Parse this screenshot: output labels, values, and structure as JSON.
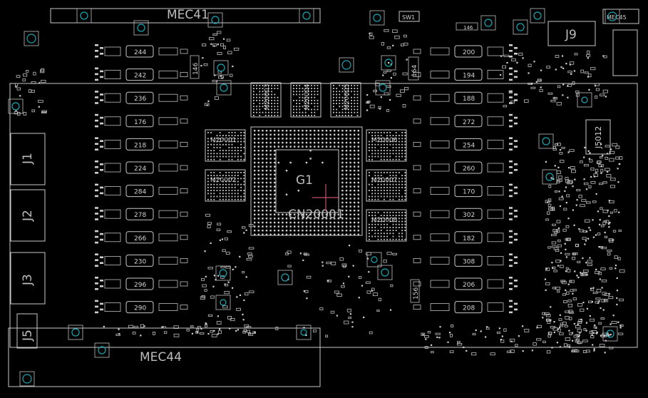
{
  "board": {
    "mec_labels": [
      "MEC41",
      "MEC44",
      "MEC45"
    ],
    "sw_label": "SW1",
    "connectors": [
      "J1",
      "J2",
      "J3",
      "J5",
      "J9",
      "J5012"
    ],
    "gpu_label": "G1",
    "gpu_connector": "CN20001",
    "memory_top": [
      "M20003",
      "M20004",
      "M20005"
    ],
    "memory_left": [
      "M20001",
      "M20002"
    ],
    "memory_right": [
      "M20006",
      "M20007",
      "M20008"
    ],
    "chokes_left": [
      "244",
      "242",
      "236",
      "176",
      "218",
      "224",
      "284",
      "278",
      "266",
      "230",
      "296",
      "290"
    ],
    "chokes_right": [
      "200",
      "194",
      "188",
      "272",
      "254",
      "260",
      "170",
      "302",
      "182",
      "308",
      "206",
      "208"
    ],
    "small_labels": [
      "146",
      "156",
      "164",
      "146"
    ]
  },
  "colors": {
    "background": "#000000",
    "silkscreen": "#c8c8c8",
    "mount_hole": "#1aa7b4",
    "gpu_marker": "#c0506a"
  }
}
